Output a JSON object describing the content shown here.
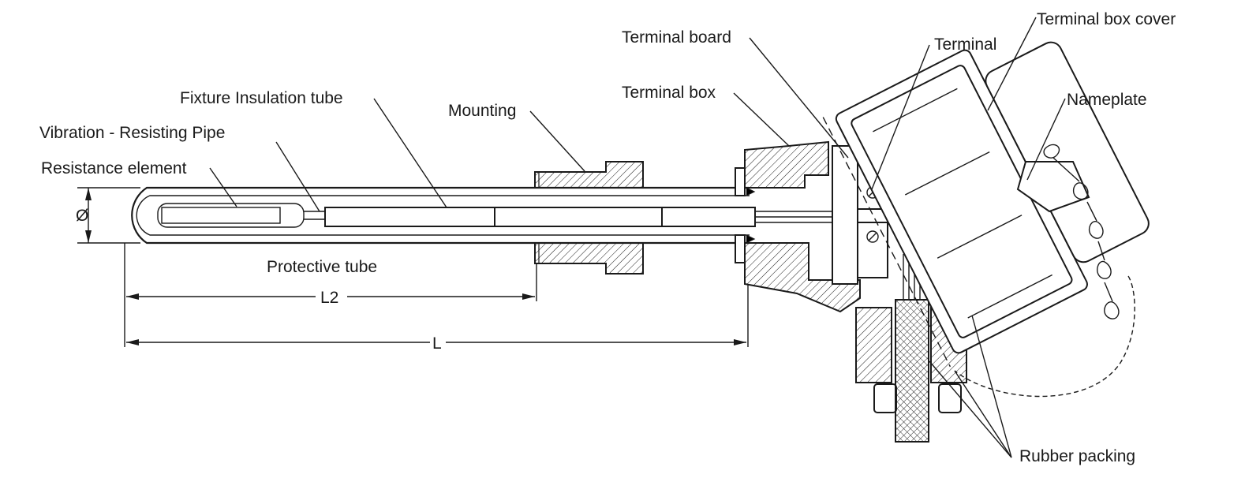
{
  "labels": {
    "terminal_box_cover": "Terminal box cover",
    "terminal_board": "Terminal board",
    "terminal": "Terminal",
    "nameplate": "Nameplate",
    "terminal_box": "Terminal box",
    "fixture_insulation_tube": "Fixture Insulation tube",
    "mounting": "Mounting",
    "vibration_resisting_pipe": "Vibration - Resisting Pipe",
    "resistance_element": "Resistance element",
    "protective_tube": "Protective tube",
    "rubber_packing": "Rubber packing"
  },
  "dimensions": {
    "diameter_symbol": "Ø",
    "l2": "L2",
    "l": "L"
  }
}
